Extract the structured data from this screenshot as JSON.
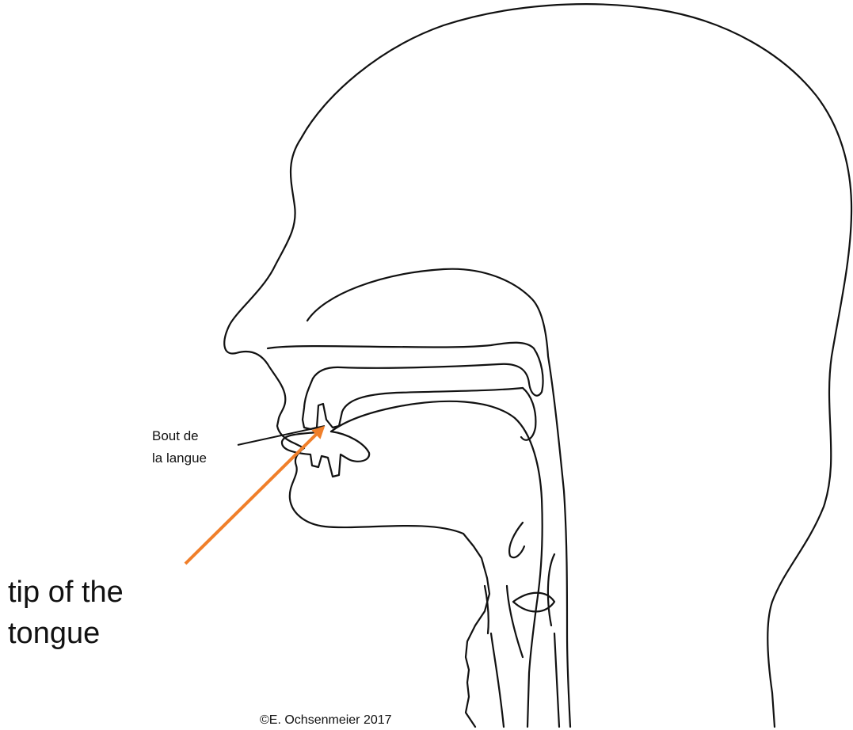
{
  "labels": {
    "french_line1": "Bout de",
    "french_line2": "la langue",
    "english_line1": "tip of the",
    "english_line2": "tongue"
  },
  "copyright": "©E. Ochsenmeier 2017",
  "colors": {
    "outline": "#111111",
    "arrow": "#f07f2a",
    "pointer": "#111111",
    "background": "#ffffff"
  }
}
